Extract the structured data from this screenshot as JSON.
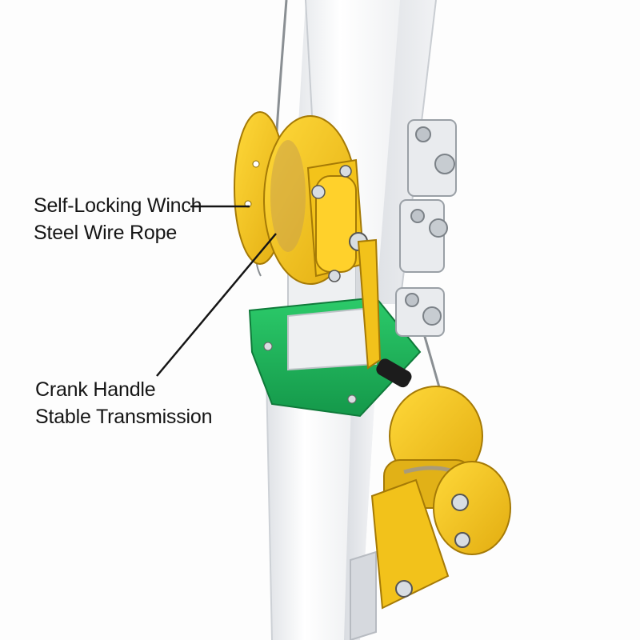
{
  "callouts": {
    "winch": {
      "line1": "Self-Locking Winch",
      "line2": "Steel Wire Rope"
    },
    "crank": {
      "line1": "Crank Handle",
      "line2": "Stable Transmission"
    }
  },
  "colors": {
    "background": "#fdfdfd",
    "post": "#f4f5f7",
    "winch_yellow": "#f2c21b",
    "collar_green": "#1fb35a",
    "label_text": "#151515"
  }
}
